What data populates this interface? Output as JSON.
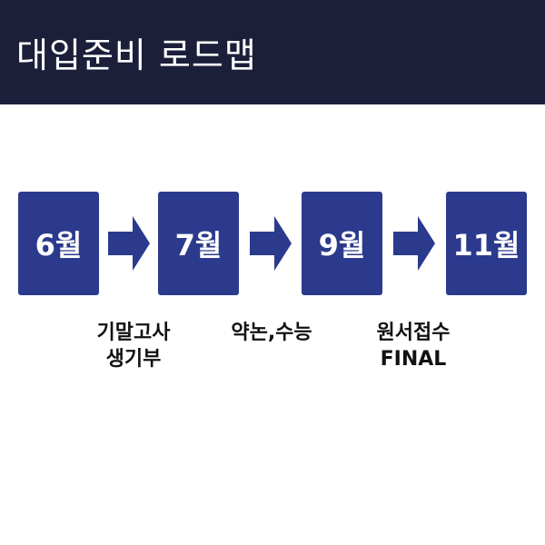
{
  "header": {
    "title": "대입준비 로드맵"
  },
  "colors": {
    "header_bg": "#1c1f3a",
    "box_bg": "#2b3a8c",
    "arrow": "#2b3a8c",
    "caption_text": "#111111"
  },
  "steps": [
    {
      "month": "6월",
      "caption_lines": [
        "기말고사",
        "생기부"
      ]
    },
    {
      "month": "7월",
      "caption_lines": []
    },
    {
      "month": "9월",
      "caption_lines": [
        "약논,수능"
      ]
    },
    {
      "month": "11월",
      "caption_lines": [
        "원서접수",
        "FINAL"
      ]
    }
  ],
  "arrow_icon": "right-arrow-icon"
}
